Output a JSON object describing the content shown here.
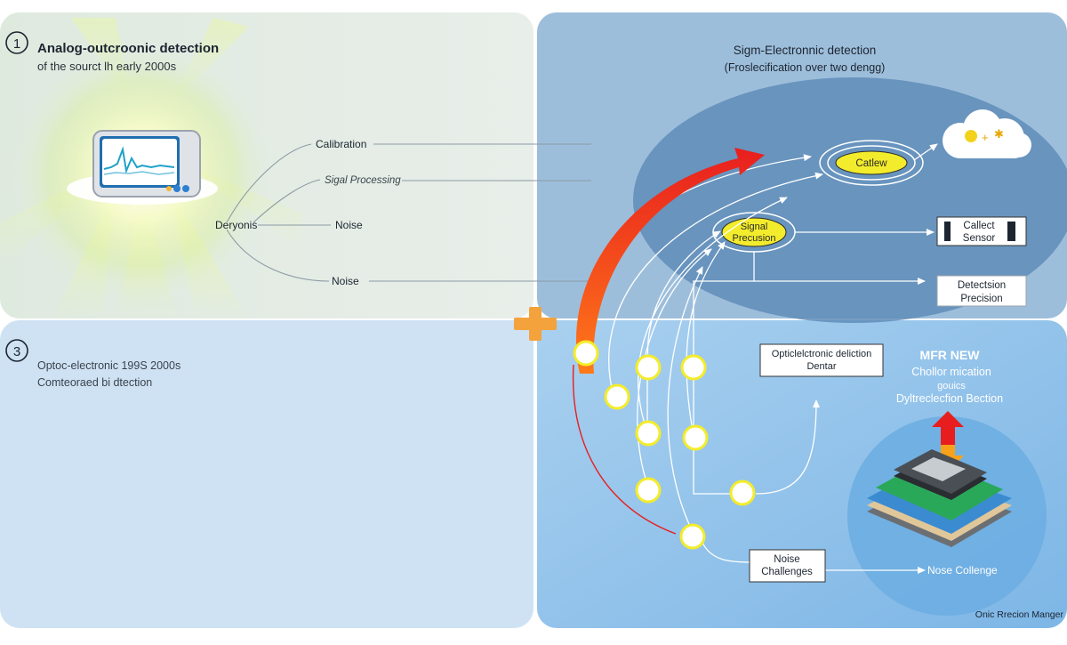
{
  "panels": {
    "top_left": {
      "number": "1",
      "title": "Analog-outcroonic detection",
      "subtitle": "of the sourct lh early 2000s",
      "hub_label": "Deryonis",
      "branches": [
        "Calibration",
        "Sigal Processing",
        "Noise",
        "Noise"
      ]
    },
    "top_right": {
      "title": "Sigm-Electronnic detection",
      "subtitle": "(Froslecification over two dengg)",
      "node_center": "Catlew",
      "node_signal_line1": "Signal",
      "node_signal_line2": "Precusion",
      "sensor_line1": "Callect",
      "sensor_line2": "Sensor",
      "detection_line1": "Detectsion",
      "detection_line2": "Precision"
    },
    "bottom_left": {
      "number": "3",
      "line1": "Optoc-electronic 199S 2000s",
      "line2": "Comteoraed bi dtection"
    },
    "bottom_right": {
      "opto_line1": "Opticlelctronic deliction",
      "opto_line2": "Dentar",
      "new_title": "MFR NEW",
      "new_line1": "Chollor mication",
      "new_line2": "gouics",
      "new_line3": "Dyltreclecfion Bection",
      "noise_line1": "Noise",
      "noise_line2": "Challenges",
      "noise_collenge": "Nose Collenge",
      "footer": "Onic Rrecion Manger"
    }
  },
  "colors": {
    "top_left_bg": "#e3ece4",
    "top_right_bg": "#9dbedb",
    "bottom_left_bg": "#cfe2f4",
    "bottom_right_bg": "#8fc0e8",
    "ellipse": "#5f8db8",
    "accent_red": "#e81e1e",
    "node_yellow": "#f3ec2c",
    "plus_orange": "#f4a23c"
  }
}
